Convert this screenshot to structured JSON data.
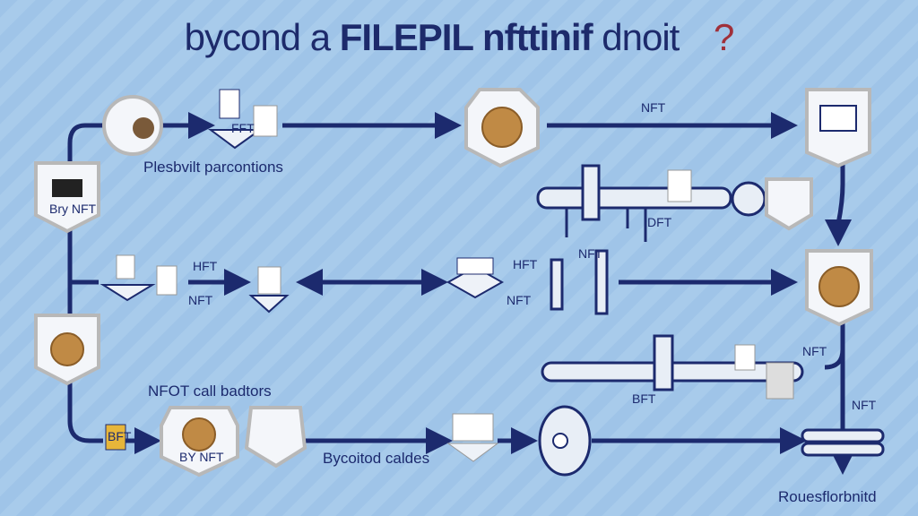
{
  "title": {
    "part1": "bycond a",
    "part2": "FILEPIL nfttinif",
    "part3": "dnoit",
    "question": "?"
  },
  "labels": {
    "fft": "FFT",
    "nft_top": "NFT",
    "parcontions": "Plesbvilt parcontions",
    "buy_nft": "Bry NFT",
    "hft_left": "HFT",
    "nft_left": "NFT",
    "hft_mid": "HFT",
    "nft_mid": "NFT",
    "dft": "DFT",
    "nft_pipe": "NFT",
    "nft_right": "NFT",
    "bft": "BFT",
    "call_badtors": "NFOT call badtors",
    "by_nft": "BY NFT",
    "bft_tag": "BFT",
    "coitod": "Bycoitod caldes",
    "nft_down": "NFT",
    "rouesflorbnitd": "Rouesflorbnitd"
  },
  "colors": {
    "line": "#1c2a6e",
    "background": "#9fc4e8",
    "coin": "#c08a45"
  }
}
